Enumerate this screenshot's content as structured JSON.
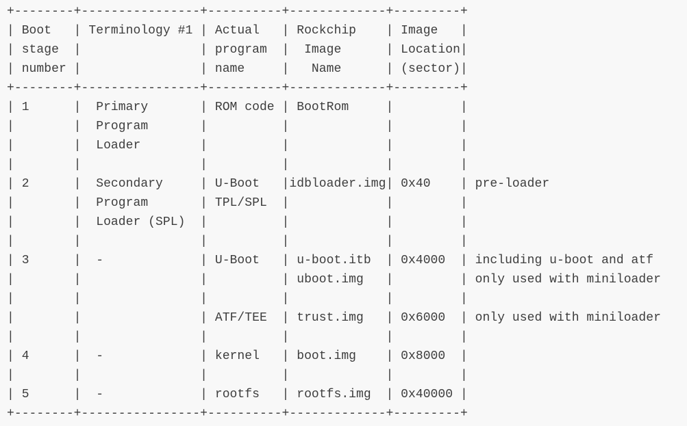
{
  "page": {
    "background_color": "#f8f8f8",
    "text_color": "#3d3d3d"
  },
  "document": {
    "type": "ascii-table",
    "lines": [
      "+--------+----------------+----------+-------------+---------+",
      "| Boot   | Terminology #1 | Actual   | Rockchip    | Image   |",
      "| stage  |                | program  |  Image      | Location|",
      "| number |                | name     |   Name      | (sector)|",
      "+--------+----------------+----------+-------------+---------+",
      "| 1      |  Primary       | ROM code | BootRom     |         |",
      "|        |  Program       |          |             |         |",
      "|        |  Loader        |          |             |         |",
      "|        |                |          |             |         |",
      "| 2      |  Secondary     | U-Boot   |idbloader.img| 0x40    | pre-loader",
      "|        |  Program       | TPL/SPL  |             |         |",
      "|        |  Loader (SPL)  |          |             |         |",
      "|        |                |          |             |         |",
      "| 3      |  -             | U-Boot   | u-boot.itb  | 0x4000  | including u-boot and atf",
      "|        |                |          | uboot.img   |         | only used with miniloader",
      "|        |                |          |             |         |",
      "|        |                | ATF/TEE  | trust.img   | 0x6000  | only used with miniloader",
      "|        |                |          |             |         |",
      "| 4      |  -             | kernel   | boot.img    | 0x8000  |",
      "|        |                |          |             |         |",
      "| 5      |  -             | rootfs   | rootfs.img  | 0x40000 |",
      "+--------+----------------+----------+-------------+---------+"
    ]
  },
  "table": {
    "columns": [
      "Boot stage number",
      "Terminology #1",
      "Actual program name",
      "Rockchip Image Name",
      "Image Location (sector)"
    ],
    "rows": [
      {
        "boot_stage_number": "1",
        "terminology": "Primary Program Loader",
        "actual_program_name": "ROM code",
        "rockchip_image_name": "BootRom",
        "image_location_sector": "",
        "note": ""
      },
      {
        "boot_stage_number": "2",
        "terminology": "Secondary Program Loader (SPL)",
        "actual_program_name": "U-Boot TPL/SPL",
        "rockchip_image_name": "idbloader.img",
        "image_location_sector": "0x40",
        "note": "pre-loader"
      },
      {
        "boot_stage_number": "3",
        "terminology": "-",
        "actual_program_name": "U-Boot",
        "rockchip_image_name": "u-boot.itb uboot.img",
        "image_location_sector": "0x4000",
        "note": "including u-boot and atf; only used with miniloader"
      },
      {
        "boot_stage_number": "3",
        "terminology": "-",
        "actual_program_name": "ATF/TEE",
        "rockchip_image_name": "trust.img",
        "image_location_sector": "0x6000",
        "note": "only used with miniloader"
      },
      {
        "boot_stage_number": "4",
        "terminology": "-",
        "actual_program_name": "kernel",
        "rockchip_image_name": "boot.img",
        "image_location_sector": "0x8000",
        "note": ""
      },
      {
        "boot_stage_number": "5",
        "terminology": "-",
        "actual_program_name": "rootfs",
        "rockchip_image_name": "rootfs.img",
        "image_location_sector": "0x40000",
        "note": ""
      }
    ]
  }
}
